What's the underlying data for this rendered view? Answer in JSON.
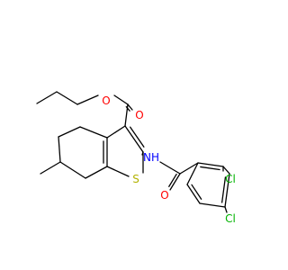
{
  "molecule": {
    "atoms": {
      "o_ether": "O",
      "o_carbonyl": "O",
      "nh": "NH",
      "s": "S",
      "o_amide": "O",
      "cl_para": "Cl",
      "cl_meta": "Cl"
    },
    "colors": {
      "bond": "#000000",
      "oxygen": "#ff0000",
      "nitrogen": "#0000ff",
      "sulfur": "#b2b200",
      "chlorine": "#00b300"
    }
  }
}
